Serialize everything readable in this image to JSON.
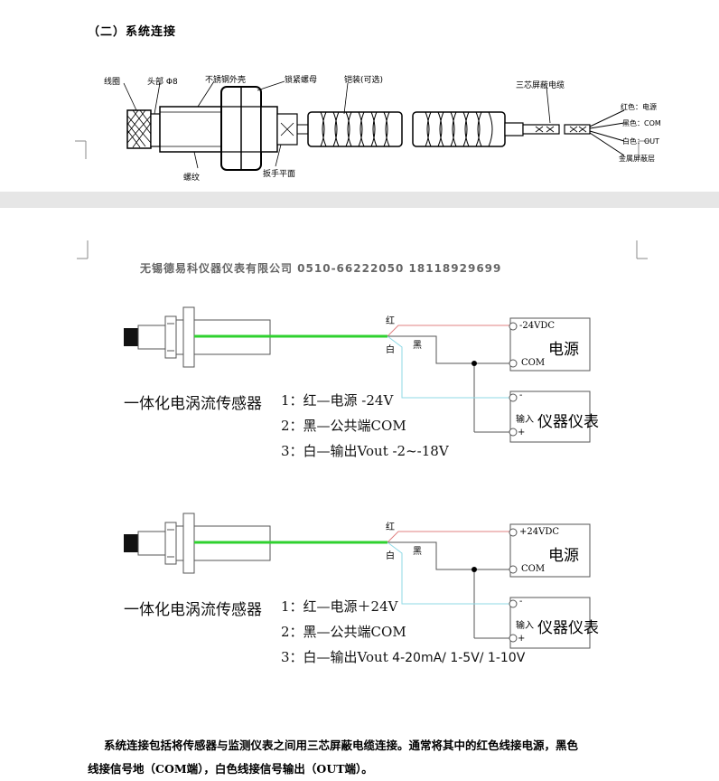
{
  "section_title": "（二）系统连接",
  "sensor_labels": {
    "coil": "线圈",
    "head": "头部 Φ8",
    "shell": "不锈钢外壳",
    "lock_nut": "锁紧螺母",
    "armor": "铠装(可选)",
    "cable": "三芯屏蔽电缆",
    "thread": "螺纹",
    "wrench_flat": "扳手平面",
    "red": "红色：电源",
    "black": "黑色：COM",
    "white": "白色：OUT",
    "shield": "金属屏蔽层"
  },
  "company_line": "无锡德易科仪器仪表有限公司    0510-66222050    18118929699",
  "diagram1": {
    "sensor_name": "一体化电涡流传感器",
    "wire_red": "红",
    "wire_white": "白",
    "wire_black": "黑",
    "power_pos": "-24VDC",
    "power_com": "COM",
    "power_title": "电源",
    "meter_minus": "-",
    "meter_in": "输入",
    "meter_plus": "+",
    "meter_title": "仪器仪表",
    "legend1": "1：红—电源 -24V",
    "legend2": "2：黑—公共端COM",
    "legend3": "3：白—输出Vout -2~-18V"
  },
  "diagram2": {
    "sensor_name": "一体化电涡流传感器",
    "wire_red": "红",
    "wire_white": "白",
    "wire_black": "黑",
    "power_pos": "+24VDC",
    "power_com": "COM",
    "power_title": "电源",
    "meter_minus": "-",
    "meter_in": "输入",
    "meter_plus": "+",
    "meter_title": "仪器仪表",
    "legend1": "1：红—电源＋24V",
    "legend2": "2：黑—公共端COM",
    "legend3_prefix": "3：白—输出Vout",
    "legend3_suffix": " 4-20mA/ 1-5V/ 1-10V"
  },
  "paragraph_line1": "系统连接包括将传感器与监测仪表之间用三芯屏蔽电缆连接。通常将其中的红色线接电源，黑色",
  "paragraph_line2": "线接信号地（COM端），白色线接信号输出（OUT端）。",
  "colors": {
    "green_wire": "#2fd12f",
    "cyan_wire": "#8fd9e6",
    "pink_wire": "#e08080",
    "line": "#555555"
  }
}
